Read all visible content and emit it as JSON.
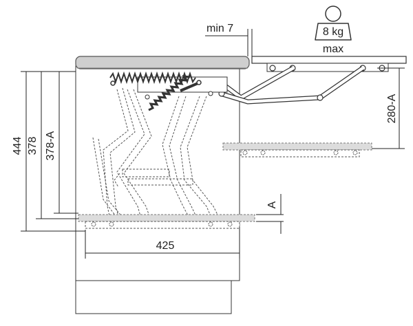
{
  "dimensions": {
    "overall_height": "444",
    "height": "378",
    "height_minus_a": "378-A",
    "depth": "425",
    "min_gap": "min 7",
    "lift_height": "280-A",
    "offset_a": "A"
  },
  "load": {
    "weight": "8 kg",
    "caption": "max"
  },
  "colors": {
    "line": "#222222",
    "worktop": "#cfcfcf",
    "shelf": "#dcdcdc",
    "spring": "#333333"
  },
  "icons": {
    "weight": "weight-icon"
  }
}
